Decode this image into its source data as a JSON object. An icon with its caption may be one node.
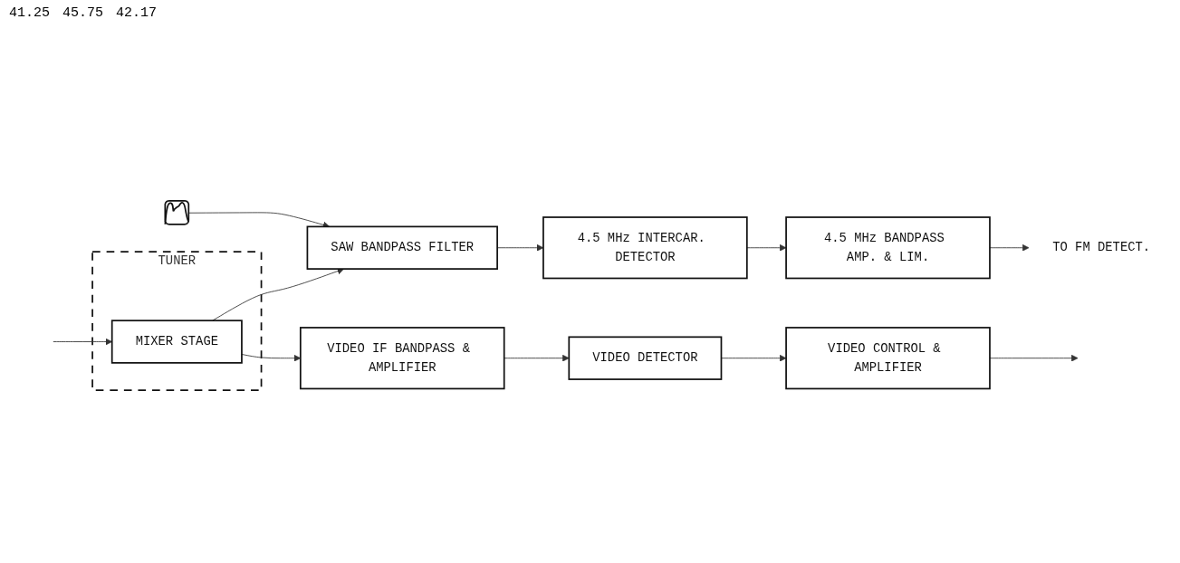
{
  "diagram": {
    "nodes": [
      {
        "text": [
          "TUNER"
        ]
      },
      {
        "text": [
          "MIXER STAGE"
        ],
        "in": 0
      },
      {
        "text": [
          "SAW BANDPASS FILTER"
        ]
      },
      {
        "text": [
          "4.5 MHz INTERCAR. DETECTOR"
        ]
      },
      {
        "text": [
          "4.5 MHz BANDPASS AMP. & LIM."
        ]
      },
      {
        "text": [
          "TO FM DETECT."
        ]
      },
      {
        "text": [
          "VIDEO IF BANDPASS & AMPLIFIER"
        ]
      },
      {
        "text": [
          "VIDEO DETECTOR"
        ]
      },
      {
        "text": [
          "VIDEO CONTROL & AMPLIFIER"
        ]
      },
      {
        "text": [],
        "shape": "picture"
      }
    ],
    "edges": [
      {
        "from": null,
        "to": 1,
        "arrow": "to"
      },
      {
        "from": 1,
        "to": 2,
        "arrow": "to"
      },
      {
        "from": 1,
        "to": 6,
        "arrow": "to"
      },
      {
        "from": 9,
        "to": 2,
        "arrow": "to"
      },
      {
        "from": 2,
        "to": 3,
        "arrow": "to"
      },
      {
        "from": 3,
        "to": 4,
        "arrow": "to"
      },
      {
        "from": 4,
        "to": 5,
        "arrow": "to"
      },
      {
        "from": 6,
        "to": 7,
        "arrow": "to"
      },
      {
        "from": 7,
        "to": 8,
        "arrow": "to"
      },
      {
        "from": 8,
        "to": null,
        "arrow": "to"
      }
    ],
    "labels": [
      "41.25",
      "45.75",
      "42.17"
    ]
  }
}
